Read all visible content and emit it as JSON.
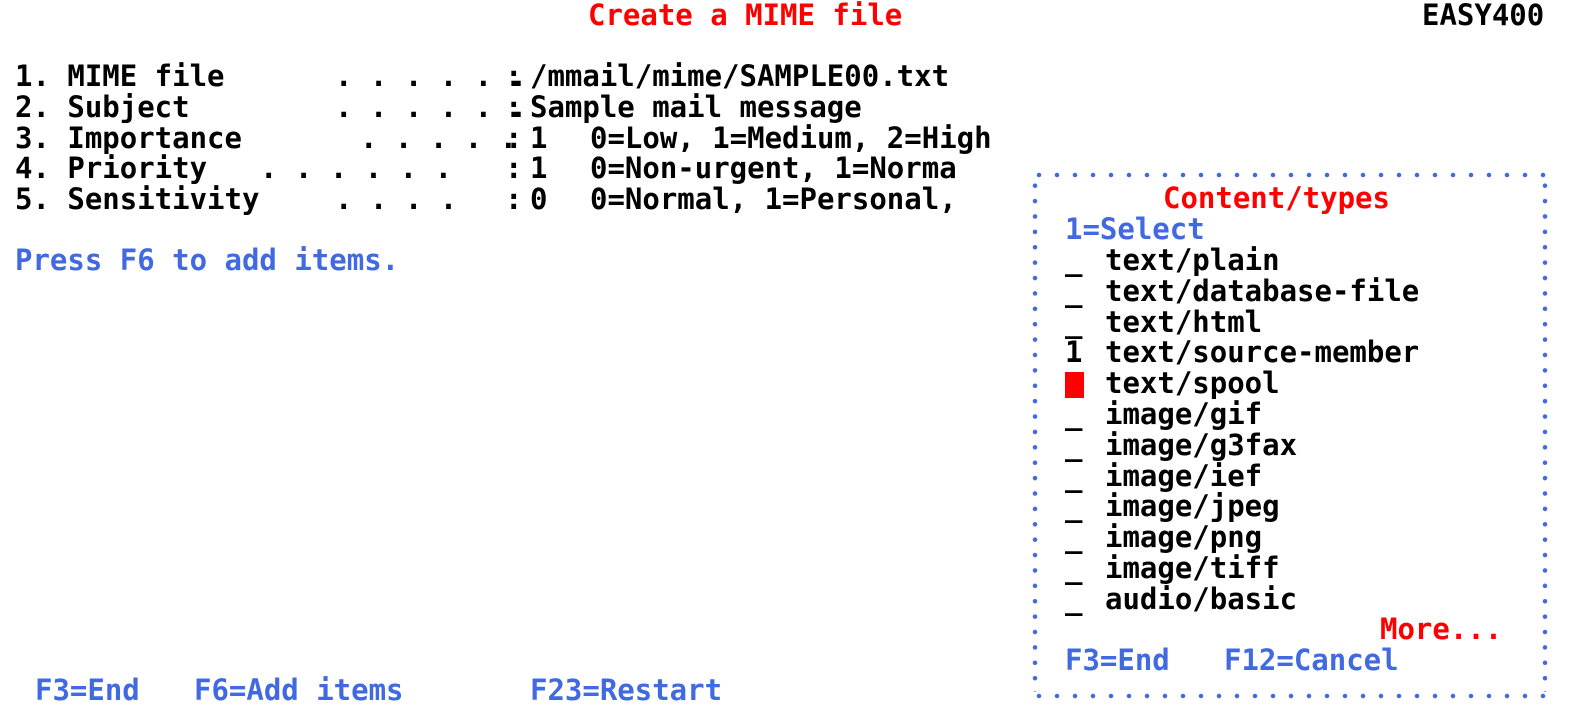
{
  "header": {
    "title": "Create a MIME file",
    "system": "EASY400"
  },
  "fields": [
    {
      "label": "1. MIME file",
      "dots": ". . . . . .",
      "colon": ":",
      "value": "/mmail/mime/SAMPLE00.txt",
      "hint": ""
    },
    {
      "label": "2. Subject",
      "dots": ". . . . . .",
      "colon": ":",
      "value": "Sample mail message",
      "hint": ""
    },
    {
      "label": "3. Importance",
      "dots": ". . . . .",
      "colon": ":",
      "value": "1",
      "hint": "0=Low, 1=Medium, 2=High"
    },
    {
      "label": "4. Priority",
      "dots": ". . . . . .",
      "colon": ":",
      "value": "1",
      "hint": "0=Non-urgent, 1=Norma"
    },
    {
      "label": "5. Sensitivity",
      "dots": ". . . .",
      "colon": ":",
      "value": "0",
      "hint": "0=Normal, 1=Personal,"
    }
  ],
  "hint": "Press F6 to add items.",
  "fkeys": {
    "end": "F3=End",
    "add": "F6=Add items",
    "restart": "F23=Restart"
  },
  "popup": {
    "title": "Content/types",
    "select_hint": "1=Select",
    "items": [
      {
        "opt": "_",
        "type": "text/plain"
      },
      {
        "opt": "_",
        "type": "text/database-file"
      },
      {
        "opt": "_",
        "type": "text/html"
      },
      {
        "opt": "1",
        "type": "text/source-member"
      },
      {
        "opt": "",
        "type": "text/spool",
        "cursor": true
      },
      {
        "opt": "_",
        "type": "image/gif"
      },
      {
        "opt": "_",
        "type": "image/g3fax"
      },
      {
        "opt": "_",
        "type": "image/ief"
      },
      {
        "opt": "_",
        "type": "image/jpeg"
      },
      {
        "opt": "_",
        "type": "image/png"
      },
      {
        "opt": "_",
        "type": "image/tiff"
      },
      {
        "opt": "_",
        "type": "audio/basic"
      }
    ],
    "more": "More...",
    "fkeys": {
      "end": "F3=End",
      "cancel": "F12=Cancel"
    }
  },
  "colors": {
    "red": "#ff0000",
    "blue": "#4169e1",
    "text": "#000000",
    "background": "#ffffff"
  }
}
